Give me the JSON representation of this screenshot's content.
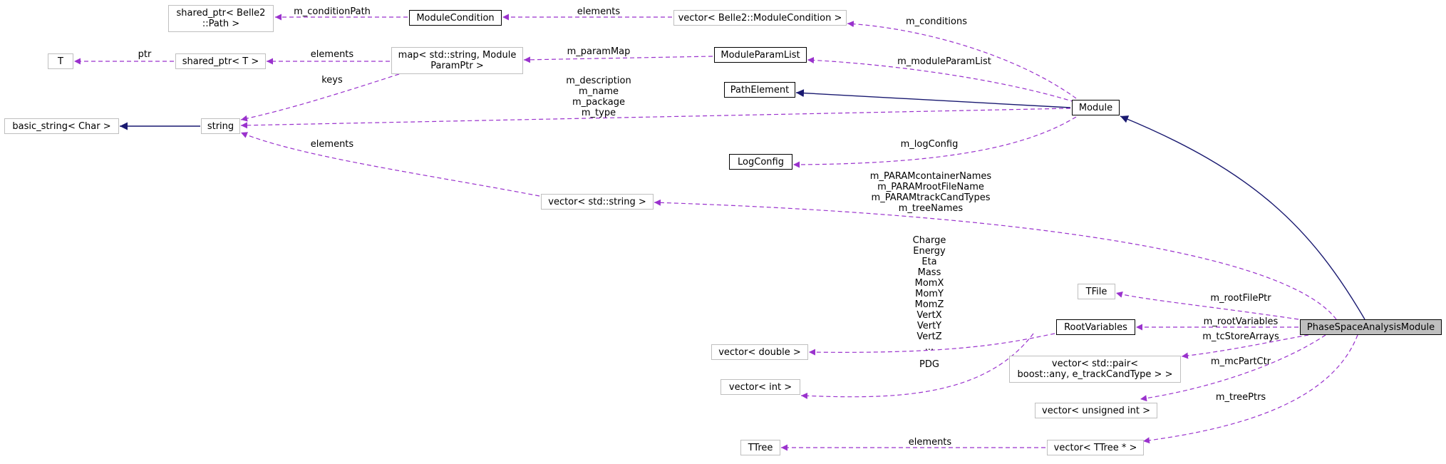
{
  "nodes": {
    "shared_ptr_path": "shared_ptr< Belle2\n::Path >",
    "module_condition": "ModuleCondition",
    "vector_module_condition": "vector< Belle2::ModuleCondition >",
    "t": "T",
    "shared_ptr_t": "shared_ptr< T >",
    "map_param": "map< std::string, Module\nParamPtr >",
    "module_param_list": "ModuleParamList",
    "path_element": "PathElement",
    "basic_string": "basic_string< Char >",
    "string": "string",
    "module": "Module",
    "log_config": "LogConfig",
    "vector_string": "vector< std::string >",
    "tfile": "TFile",
    "root_variables": "RootVariables",
    "phase_space": "PhaseSpaceAnalysisModule",
    "vector_double": "vector< double >",
    "vector_pair": "vector< std::pair<\nboost::any, e_trackCandType > >",
    "vector_int": "vector< int >",
    "vector_uint": "vector< unsigned int >",
    "ttree": "TTree",
    "vector_ttree": "vector< TTree * >"
  },
  "edge_labels": {
    "m_conditionPath": "m_conditionPath",
    "elements_conditions": "elements",
    "m_conditions": "m_conditions",
    "ptr": "ptr",
    "elements_shared": "elements",
    "m_paramMap": "m_paramMap",
    "m_moduleParamList": "m_moduleParamList",
    "keys": "keys",
    "module_strings": [
      "m_description",
      "m_name",
      "m_package",
      "m_type"
    ],
    "elements_string": "elements",
    "m_logConfig": "m_logConfig",
    "param_names": [
      "m_PARAMcontainerNames",
      "m_PARAMrootFileName",
      "m_PARAMtrackCandTypes",
      "m_treeNames"
    ],
    "root_vars": [
      "Charge",
      "Energy",
      "Eta",
      "Mass",
      "MomX",
      "MomY",
      "MomZ",
      "VertX",
      "VertY",
      "VertZ",
      "..."
    ],
    "pdg": "PDG",
    "m_rootFilePtr": "m_rootFilePtr",
    "m_rootVariables": "m_rootVariables",
    "m_tcStoreArrays": "m_tcStoreArrays",
    "m_mcPartCtr": "m_mcPartCtr",
    "m_treePtrs": "m_treePtrs",
    "elements_ttree": "elements"
  }
}
